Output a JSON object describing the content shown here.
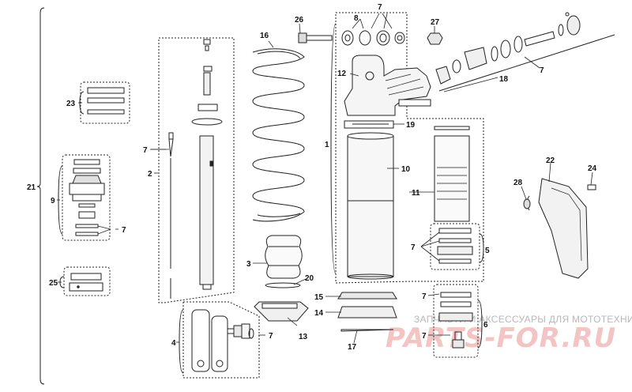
{
  "diagram": {
    "callouts": {
      "c1": "1",
      "c2": "2",
      "c3": "3",
      "c4": "4",
      "c5": "5",
      "c6": "6",
      "c7": "7",
      "c8": "8",
      "c9": "9",
      "c10": "10",
      "c11": "11",
      "c12": "12",
      "c13": "13",
      "c14": "14",
      "c15": "15",
      "c16": "16",
      "c17": "17",
      "c18": "18",
      "c19": "19",
      "c20": "20",
      "c21": "21",
      "c22": "22",
      "c23": "23",
      "c24": "24",
      "c25": "25",
      "c26": "26",
      "c27": "27",
      "c28": "28"
    },
    "watermark": {
      "subtitle": "ЗАПЧАСТИ И АКСЕССУАРЫ ДЛЯ МОТОТЕХНИКИ",
      "brand": "PARTS-FOR.RU"
    },
    "colors": {
      "line": "#222222",
      "watermark_text": "#b8b8b8",
      "watermark_brand": "#f2c4c4"
    }
  }
}
